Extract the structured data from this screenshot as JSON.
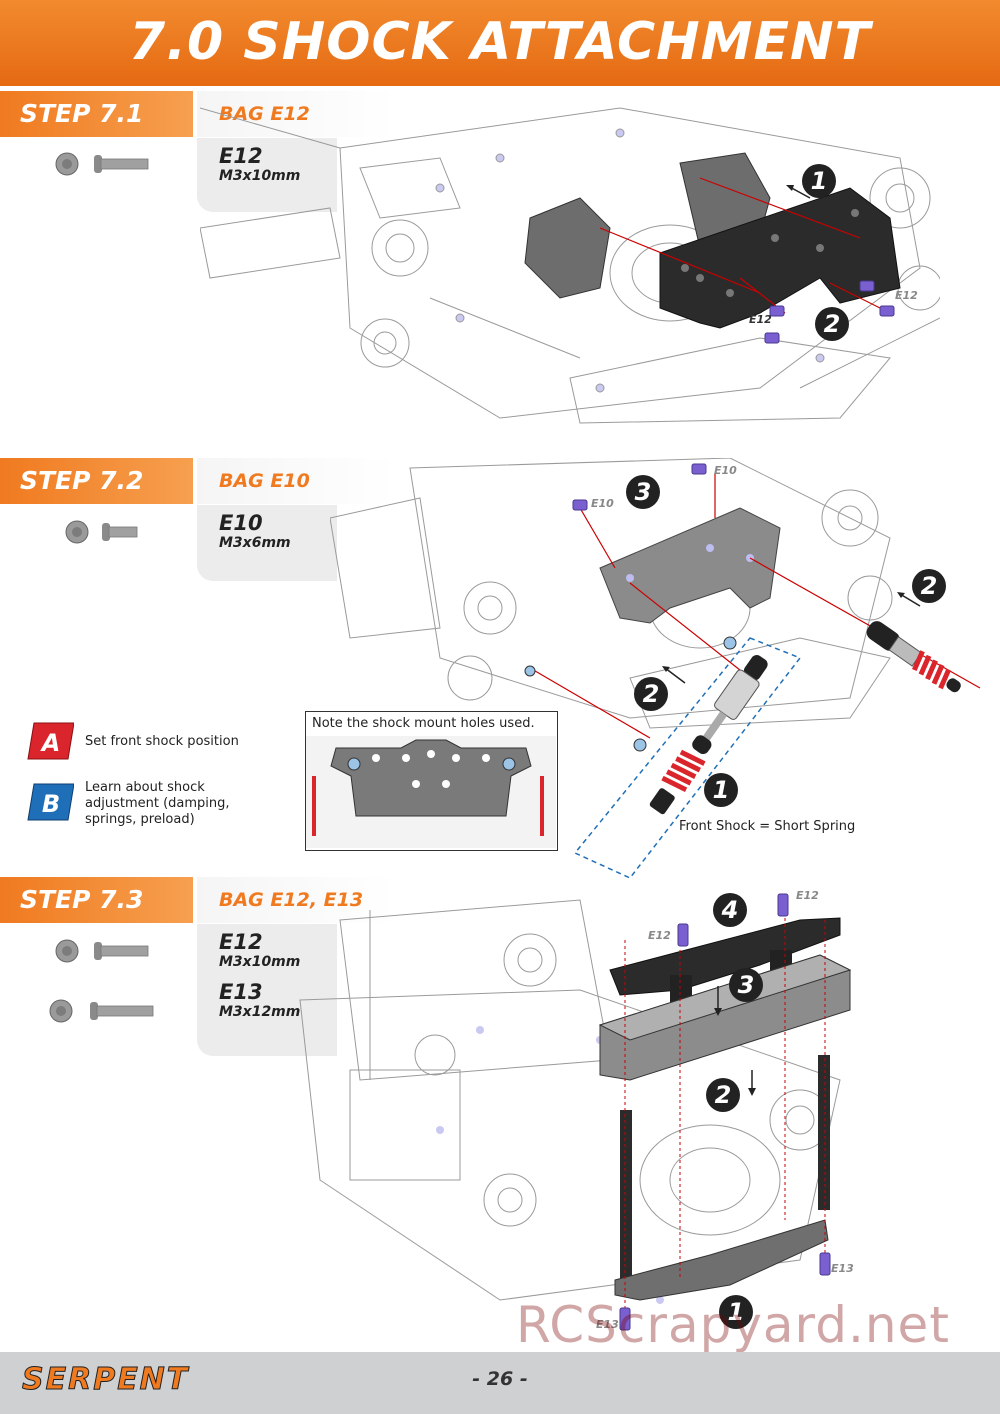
{
  "header": {
    "title": "7.0 SHOCK ATTACHMENT"
  },
  "steps": [
    {
      "label": "STEP 7.1",
      "bag": "BAG E12",
      "parts": [
        {
          "code": "E12",
          "size": "M3x10mm"
        }
      ],
      "callouts": [
        "1",
        "2"
      ],
      "part_labels": [
        "E12",
        "E12"
      ]
    },
    {
      "label": "STEP 7.2",
      "bag": "BAG E10",
      "parts": [
        {
          "code": "E10",
          "size": "M3x6mm"
        }
      ],
      "callouts": [
        "3",
        "2",
        "2",
        "1"
      ],
      "part_labels": [
        "E10",
        "E10"
      ],
      "note_box_text": "Note the shock mount holes used.",
      "front_shock_text": "Front Shock = Short Spring",
      "badges": [
        {
          "letter": "A",
          "text": "Set front shock position",
          "color": "#d9252b"
        },
        {
          "letter": "B",
          "text_lines": [
            "Learn about shock",
            "adjustment (damping,",
            "springs, preload)"
          ],
          "color": "#1f6fb8"
        }
      ]
    },
    {
      "label": "STEP 7.3",
      "bag": "BAG E12, E13",
      "parts": [
        {
          "code": "E12",
          "size": "M3x10mm"
        },
        {
          "code": "E13",
          "size": "M3x12mm"
        }
      ],
      "callouts": [
        "4",
        "3",
        "2",
        "1"
      ],
      "part_labels": [
        "E12",
        "E12",
        "E13",
        "E13"
      ]
    }
  ],
  "footer": {
    "brand": "SERPENT",
    "page_number": "- 26 -"
  },
  "watermark": "RCScrapyard.net",
  "colors": {
    "accent": "#f07a20",
    "title_bar": "#e96f17",
    "footer": "#cfd0d1",
    "screw_highlight": "#7a5fd0",
    "spring": "#d9252b"
  }
}
